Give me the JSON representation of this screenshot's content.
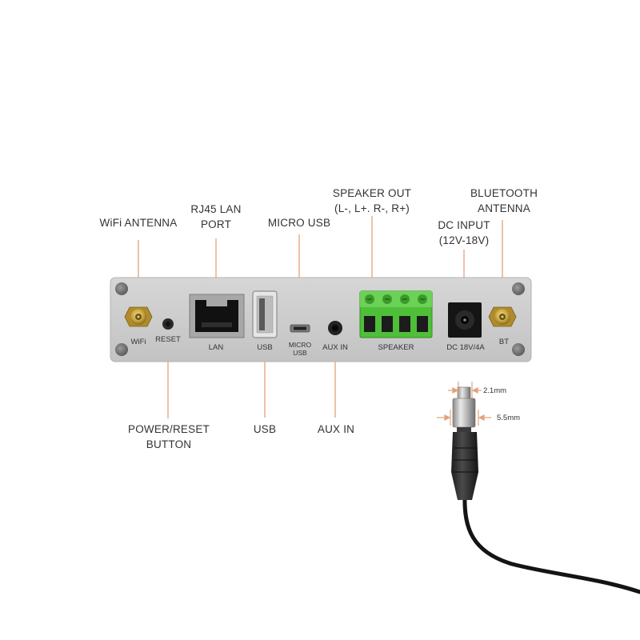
{
  "colors": {
    "leader_line": "#e3a27a",
    "panel": "#cdcdcd",
    "terminal_green": "#4fbf3a",
    "brass": "#c9a640"
  },
  "callouts": {
    "wifi_antenna": [
      "WiFi ANTENNA"
    ],
    "rj45": [
      "RJ45 LAN",
      "PORT"
    ],
    "micro_usb": [
      "MICRO USB"
    ],
    "speaker_out": [
      "SPEAKER OUT",
      "(L-, L+. R-, R+)"
    ],
    "dc_input": [
      "DC INPUT",
      "(12V-18V)"
    ],
    "bluetooth": [
      "BLUETOOTH",
      "ANTENNA"
    ],
    "power_reset": [
      "POWER/RESET",
      "BUTTON"
    ],
    "usb": [
      "USB"
    ],
    "aux_in": [
      "AUX IN"
    ]
  },
  "panel_labels": {
    "wifi": "WiFi",
    "reset": "RESET",
    "lan": "LAN",
    "usb": "USB",
    "micro_usb": [
      "MICRO",
      "USB"
    ],
    "aux_in": "AUX IN",
    "speaker": "SPEAKER",
    "dc": "DC 18V/4A",
    "bt": "BT"
  },
  "plug_dimensions": {
    "inner": "2.1mm",
    "outer": "5.5mm"
  }
}
